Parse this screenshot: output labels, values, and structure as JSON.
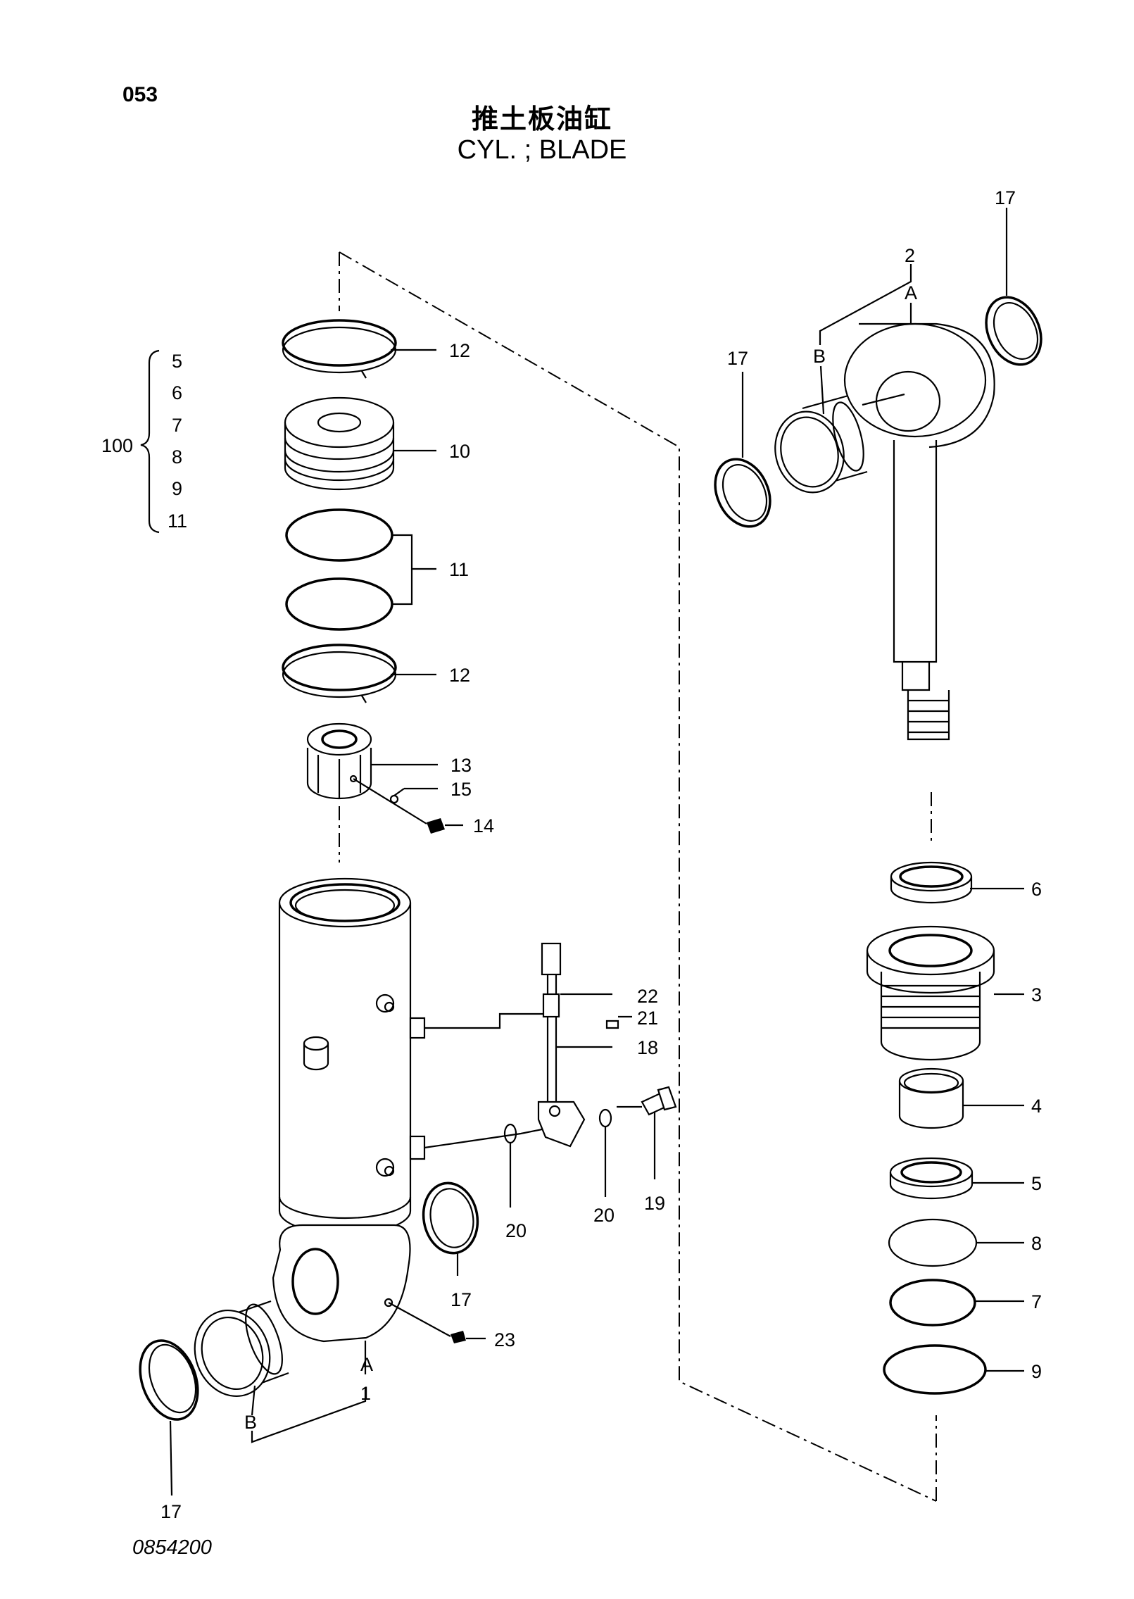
{
  "page": {
    "page_number": "053",
    "title_cn": "推土板油缸",
    "title_en": "CYL. ; BLADE",
    "drawing_number": "0854200"
  },
  "group": {
    "label": "100",
    "members": [
      "5",
      "6",
      "7",
      "8",
      "9",
      "11"
    ]
  },
  "callouts": {
    "c12a": "12",
    "c10": "10",
    "c11": "11",
    "c12b": "12",
    "c13": "13",
    "c15": "15",
    "c14": "14",
    "c22": "22",
    "c21": "21",
    "c18": "18",
    "c19": "19",
    "c20a": "20",
    "c20b": "20",
    "c17a": "17",
    "c17b": "17",
    "c17c": "17",
    "c17d": "17",
    "c23": "23",
    "c1": "1",
    "cA1": "A",
    "cB1": "B",
    "c2": "2",
    "cA2": "A",
    "cB2": "B",
    "c6": "6",
    "c3": "3",
    "c4": "4",
    "c5": "5",
    "c8": "8",
    "c7": "7",
    "c9": "9"
  }
}
